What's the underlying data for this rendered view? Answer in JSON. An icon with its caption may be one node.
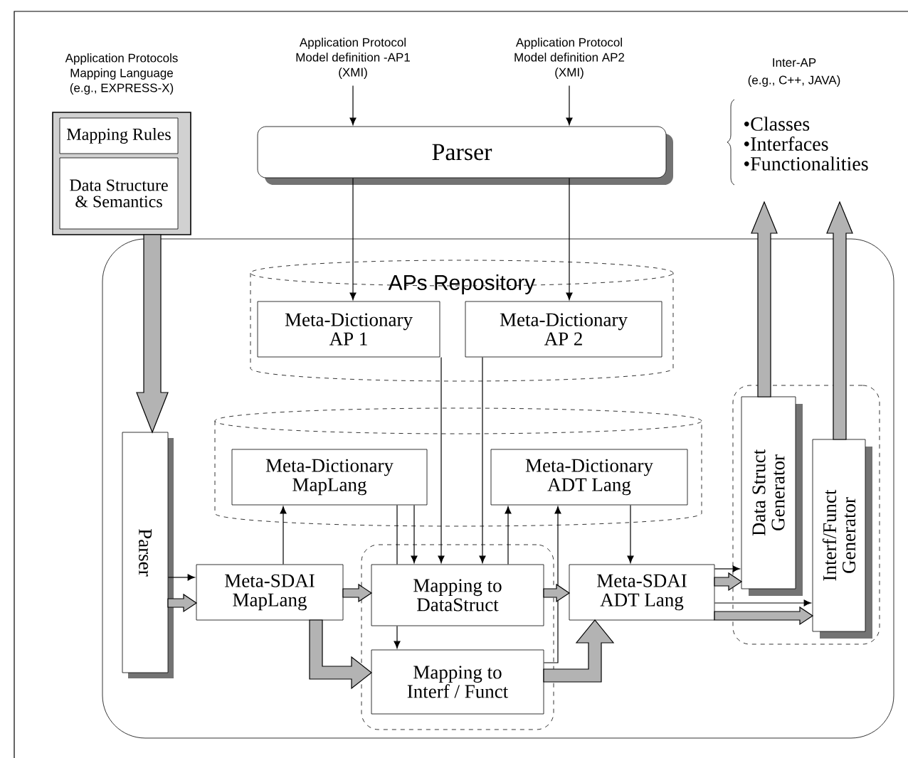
{
  "diagram": {
    "nodes": [
      {
        "text": [
          "Application Protocols Mapping Language (e.g., EXPRESS-X)"
        ]
      },
      {
        "text": [
          "Mapping Rules"
        ],
        "in": 0
      },
      {
        "text": [
          "Data Structure & Semantics"
        ],
        "in": 0
      },
      {
        "text": [
          "Application Protocol Model definition -AP1 (XMI)"
        ]
      },
      {
        "text": [
          "Application Protocol Model definition AP2 (XMI)"
        ]
      },
      {
        "text": [
          "Parser"
        ]
      },
      {
        "text": [],
        "shape": "box"
      },
      {
        "text": [
          "APs Repository"
        ],
        "in": 6
      },
      {
        "text": [
          "Meta-Dictionary AP 1"
        ],
        "in": 7
      },
      {
        "text": [
          "Meta-Dictionary AP 2"
        ],
        "in": 7
      },
      {
        "text": [],
        "shape": "cylinder",
        "in": 6
      },
      {
        "text": [
          "Meta-Dictionary MapLang"
        ],
        "in": 10
      },
      {
        "text": [
          "Meta-Dictionary ADT Lang"
        ],
        "in": 10
      },
      {
        "text": [
          "Parser"
        ],
        "in": 6
      },
      {
        "text": [
          "Meta-SDAI MapLang"
        ],
        "in": 6
      },
      {
        "text": [],
        "shape": "box",
        "in": 6
      },
      {
        "text": [
          "Mapping to DataStruct"
        ],
        "in": 15
      },
      {
        "text": [
          "Mapping to Interf / Funct"
        ],
        "in": 15
      },
      {
        "text": [
          "Meta-SDAI ADT Lang"
        ],
        "in": 6
      },
      {
        "text": [],
        "shape": "box",
        "in": 6
      },
      {
        "text": [
          "Data Struct Generator"
        ],
        "in": 19
      },
      {
        "text": [
          "Interf/Funct Generator"
        ],
        "in": 19
      },
      {
        "text": [
          "Inter-AP",
          "(e.g., C++, JAVA)",
          "•Classes",
          "•Interfaces",
          "•Functionalities"
        ]
      }
    ],
    "edges": [
      {
        "from": 3,
        "to": 5,
        "arrow": "to"
      },
      {
        "from": 4,
        "to": 5,
        "arrow": "to"
      },
      {
        "from": 5,
        "to": 8,
        "arrow": "to"
      },
      {
        "from": 5,
        "to": 9,
        "arrow": "to"
      },
      {
        "from": 0,
        "to": 13,
        "arrow": "to",
        "style": "thick",
        "color": "#b3b3b3"
      },
      {
        "from": 13,
        "to": 14,
        "arrow": "to"
      },
      {
        "from": 13,
        "to": 14,
        "arrow": "to",
        "style": "thick",
        "color": "#b3b3b3"
      },
      {
        "from": 14,
        "to": 11,
        "arrow": "to"
      },
      {
        "from": 11,
        "to": 16,
        "arrow": "none"
      },
      {
        "from": 11,
        "to": 16,
        "arrow": "to"
      },
      {
        "from": 8,
        "to": 16,
        "arrow": "to"
      },
      {
        "from": 9,
        "to": 16,
        "arrow": "to"
      },
      {
        "from": 16,
        "to": 12,
        "arrow": "to"
      },
      {
        "from": 17,
        "to": 12,
        "arrow": "to"
      },
      {
        "from": 16,
        "to": 17,
        "arrow": "to"
      },
      {
        "from": 12,
        "to": 18,
        "arrow": "to"
      },
      {
        "from": 14,
        "to": 16,
        "arrow": "to",
        "style": "thick",
        "color": "#b3b3b3"
      },
      {
        "from": 16,
        "to": 18,
        "arrow": "to",
        "style": "thick",
        "color": "#b3b3b3"
      },
      {
        "from": 14,
        "to": 17,
        "arrow": "to",
        "style": "thick",
        "color": "#b3b3b3"
      },
      {
        "from": 17,
        "to": 18,
        "arrow": "to",
        "style": "thick",
        "color": "#b3b3b3"
      },
      {
        "from": 18,
        "to": 20,
        "arrow": "to"
      },
      {
        "from": 18,
        "to": 20,
        "arrow": "to",
        "style": "thick",
        "color": "#b3b3b3"
      },
      {
        "from": 18,
        "to": 21,
        "arrow": "to"
      },
      {
        "from": 18,
        "to": 21,
        "arrow": "to",
        "style": "thick",
        "color": "#b3b3b3"
      },
      {
        "from": 20,
        "to": 22,
        "arrow": "to",
        "style": "thick",
        "color": "#b3b3b3"
      },
      {
        "from": 21,
        "to": 22,
        "arrow": "to",
        "style": "thick",
        "color": "#b3b3b3"
      }
    ]
  }
}
